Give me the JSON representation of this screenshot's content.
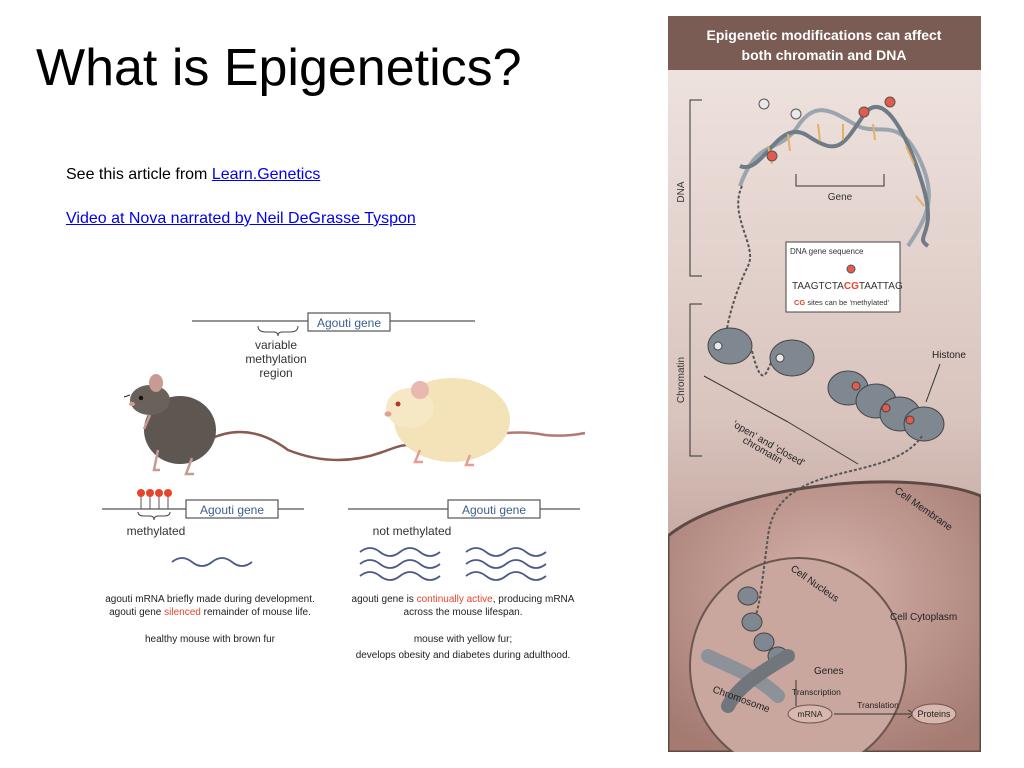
{
  "slide": {
    "title": "What is Epigenetics?",
    "article_prefix": "See this article from ",
    "article_link": "Learn.Genetics",
    "video_link": "Video at Nova narrated by Neil DeGrasse Tyspon"
  },
  "mouse_figure": {
    "region_gene": "Agouti gene",
    "region_label_1": "variable",
    "region_label_2": "methylation",
    "region_label_3": "region",
    "left": {
      "gene": "Agouti gene",
      "state": "methylated",
      "desc_1": "agouti mRNA briefly made during development.",
      "desc_2a": "agouti gene ",
      "desc_2b": "silenced",
      "desc_2c": " remainder of mouse life.",
      "caption": "healthy mouse with brown fur"
    },
    "right": {
      "gene": "Agouti gene",
      "state": "not methylated",
      "desc_1a": "agouti gene is ",
      "desc_1b": "continually active",
      "desc_1c": ", producing mRNA",
      "desc_2": "across the mouse lifespan.",
      "caption_1": "mouse with yellow fur;",
      "caption_2": "develops obesity and diabetes during adulthood."
    },
    "colors": {
      "accent": "#e8442c",
      "label_blue": "#3a5f8f"
    }
  },
  "epi_figure": {
    "title_1": "Epigenetic modifications can affect",
    "title_2": "both chromatin and DNA",
    "dna_label": "DNA",
    "chromatin_label": "Chromatin",
    "gene_label": "Gene",
    "seq_title": "DNA gene sequence",
    "seq_a": "TAAGTCTA",
    "seq_b": "CG",
    "seq_c": "TAATTAG",
    "seq_note_a": "CG",
    "seq_note_b": " sites can be 'methylated'",
    "histone": "Histone",
    "open_closed_1": "'open' and 'closed'",
    "open_closed_2": "chromatin",
    "cell_membrane": "Cell Membrane",
    "cell_nucleus": "Cell Nucleus",
    "cell_cytoplasm": "Cell Cytoplasm",
    "genes": "Genes",
    "transcription": "Transcription",
    "chromosome": "Chromosome",
    "mrna": "mRNA",
    "translation": "Translation",
    "proteins": "Proteins",
    "colors": {
      "header_bg": "#7a5c55",
      "panel_top": "#eadfdb",
      "cell": "#b48a82",
      "nucleus": "#c9a79f"
    }
  }
}
